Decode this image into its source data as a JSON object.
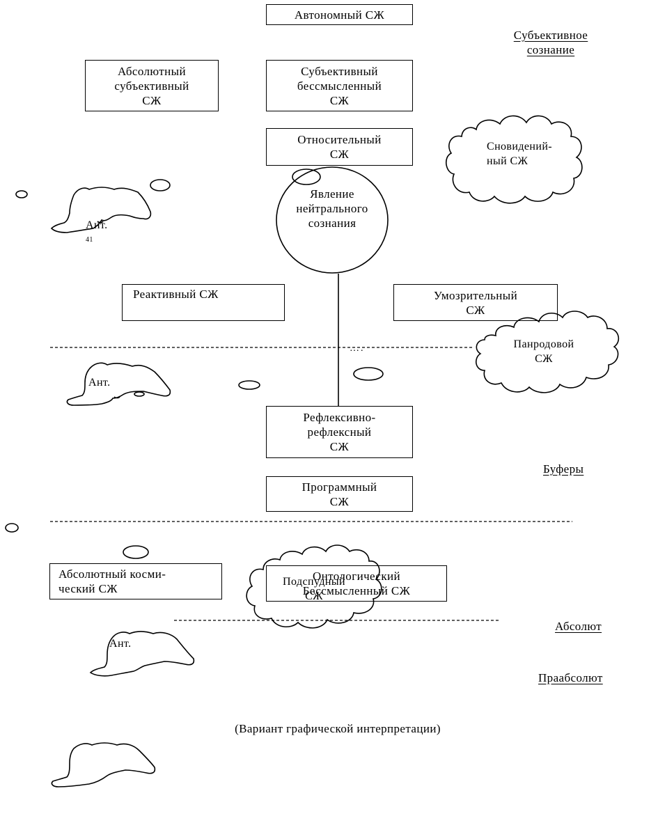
{
  "boxes": {
    "autonomous": "Автономный СЖ",
    "absolute_subjective": "Абсолютный\nсубъективный\nСЖ",
    "subjective_meaningless": "Субъективный\nбессмысленный\nСЖ",
    "relative": "Относительный\nСЖ",
    "reactive": "Реактивный СЖ",
    "speculative": "Умозрительный\nСЖ",
    "reflexive": "Рефлексивно-\nрефлексный\nСЖ",
    "program": "Программный\nСЖ",
    "absolute_cosmic": "Абсолютный косми-\nческий СЖ",
    "ontological": "Онтологический\nБессмысленный СЖ"
  },
  "circle_text": "Явление\nнейтрального\nсознания",
  "clouds": {
    "dream": "Сновидений-\nный СЖ",
    "panrod": "Панродовой\nСЖ",
    "subsurface": "Подспудный\nСЖ"
  },
  "blobs": {
    "ant1": "Ант.",
    "ant1_note": "41",
    "ant2": "Ант.",
    "ant3": "Ант."
  },
  "levels": {
    "subjective_consciousness": "Субъективное\nсознание",
    "buffers": "Буферы",
    "absolute": "Абсолют",
    "pre_absolute": "Праабсолют"
  },
  "dots": "….",
  "caption": "(Вариант графической интерпретации)"
}
